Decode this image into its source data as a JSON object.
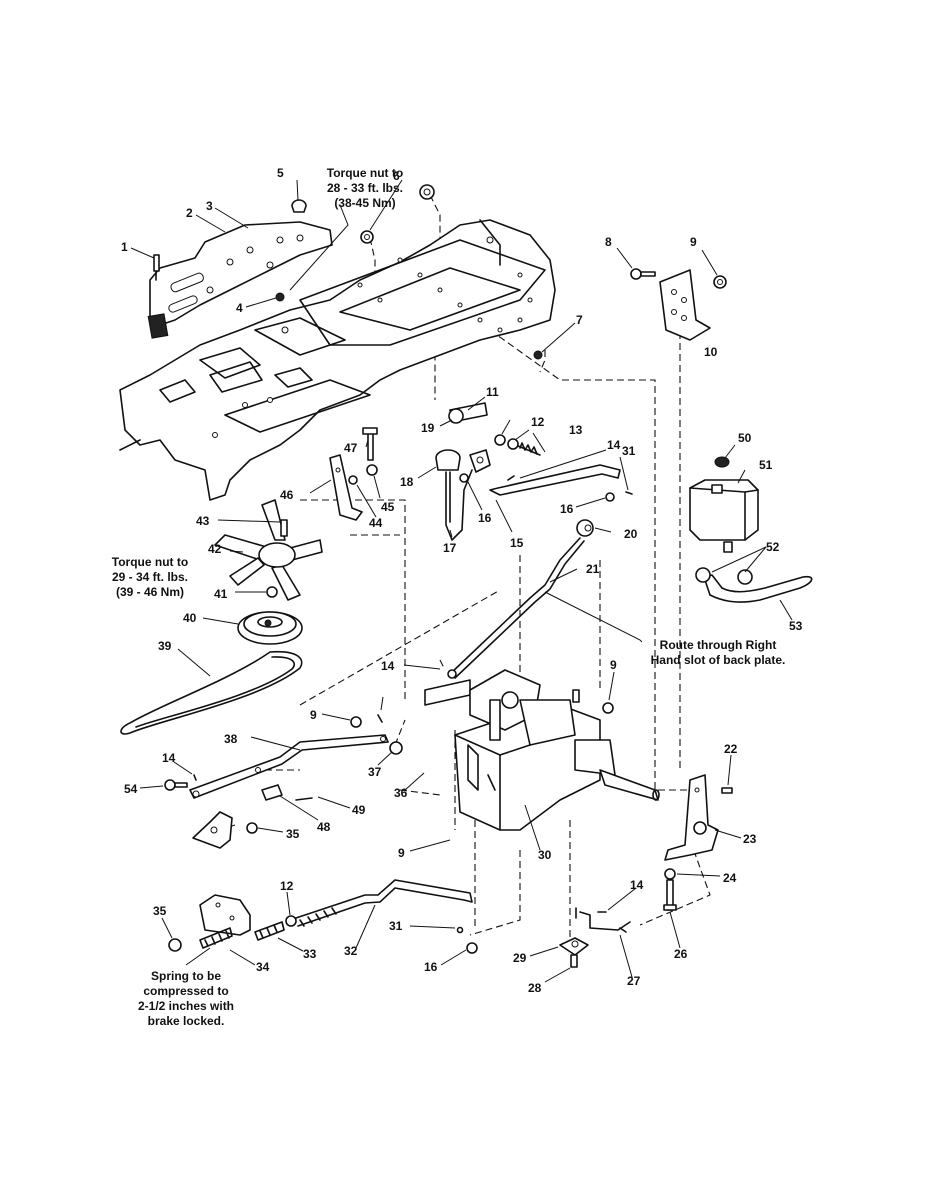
{
  "parts": [
    {
      "id": "1",
      "label": "1"
    },
    {
      "id": "2",
      "label": "2"
    },
    {
      "id": "3",
      "label": "3"
    },
    {
      "id": "4",
      "label": "4"
    },
    {
      "id": "5",
      "label": "5"
    },
    {
      "id": "6",
      "label": "6"
    },
    {
      "id": "7",
      "label": "7"
    },
    {
      "id": "8",
      "label": "8"
    },
    {
      "id": "9a",
      "label": "9"
    },
    {
      "id": "10",
      "label": "10"
    },
    {
      "id": "11",
      "label": "11"
    },
    {
      "id": "12a",
      "label": "12"
    },
    {
      "id": "13",
      "label": "13"
    },
    {
      "id": "14a",
      "label": "14"
    },
    {
      "id": "31a",
      "label": "31"
    },
    {
      "id": "50",
      "label": "50"
    },
    {
      "id": "51",
      "label": "51"
    },
    {
      "id": "19",
      "label": "19"
    },
    {
      "id": "47",
      "label": "47"
    },
    {
      "id": "18",
      "label": "18"
    },
    {
      "id": "16a",
      "label": "16"
    },
    {
      "id": "16b",
      "label": "16"
    },
    {
      "id": "46",
      "label": "46"
    },
    {
      "id": "44",
      "label": "44"
    },
    {
      "id": "45",
      "label": "45"
    },
    {
      "id": "17",
      "label": "17"
    },
    {
      "id": "15",
      "label": "15"
    },
    {
      "id": "20",
      "label": "20"
    },
    {
      "id": "43",
      "label": "43"
    },
    {
      "id": "42",
      "label": "42"
    },
    {
      "id": "52",
      "label": "52"
    },
    {
      "id": "21",
      "label": "21"
    },
    {
      "id": "53",
      "label": "53"
    },
    {
      "id": "41",
      "label": "41"
    },
    {
      "id": "40",
      "label": "40"
    },
    {
      "id": "39",
      "label": "39"
    },
    {
      "id": "14b",
      "label": "14"
    },
    {
      "id": "9b",
      "label": "9"
    },
    {
      "id": "9c",
      "label": "9"
    },
    {
      "id": "38",
      "label": "38"
    },
    {
      "id": "37",
      "label": "37"
    },
    {
      "id": "22",
      "label": "22"
    },
    {
      "id": "14c",
      "label": "14"
    },
    {
      "id": "54",
      "label": "54"
    },
    {
      "id": "36",
      "label": "36"
    },
    {
      "id": "49",
      "label": "49"
    },
    {
      "id": "48",
      "label": "48"
    },
    {
      "id": "35a",
      "label": "35"
    },
    {
      "id": "23",
      "label": "23"
    },
    {
      "id": "9d",
      "label": "9"
    },
    {
      "id": "30",
      "label": "30"
    },
    {
      "id": "24",
      "label": "24"
    },
    {
      "id": "12b",
      "label": "12"
    },
    {
      "id": "14d",
      "label": "14"
    },
    {
      "id": "35b",
      "label": "35"
    },
    {
      "id": "31b",
      "label": "31"
    },
    {
      "id": "33",
      "label": "33"
    },
    {
      "id": "32",
      "label": "32"
    },
    {
      "id": "26",
      "label": "26"
    },
    {
      "id": "34",
      "label": "34"
    },
    {
      "id": "16c",
      "label": "16"
    },
    {
      "id": "29",
      "label": "29"
    },
    {
      "id": "27",
      "label": "27"
    },
    {
      "id": "28",
      "label": "28"
    }
  ],
  "notes": {
    "torque_top": [
      "Torque nut to",
      "28 - 33 ft. lbs.",
      "(38-45 Nm)"
    ],
    "torque_fan": [
      "Torque nut to",
      "29 - 34 ft. lbs.",
      "(39 - 46 Nm)"
    ],
    "route": [
      "Route through Right",
      "Hand slot of back plate."
    ],
    "spring": [
      "Spring to be",
      "compressed to",
      "2-1/2 inches with",
      "brake locked."
    ]
  }
}
